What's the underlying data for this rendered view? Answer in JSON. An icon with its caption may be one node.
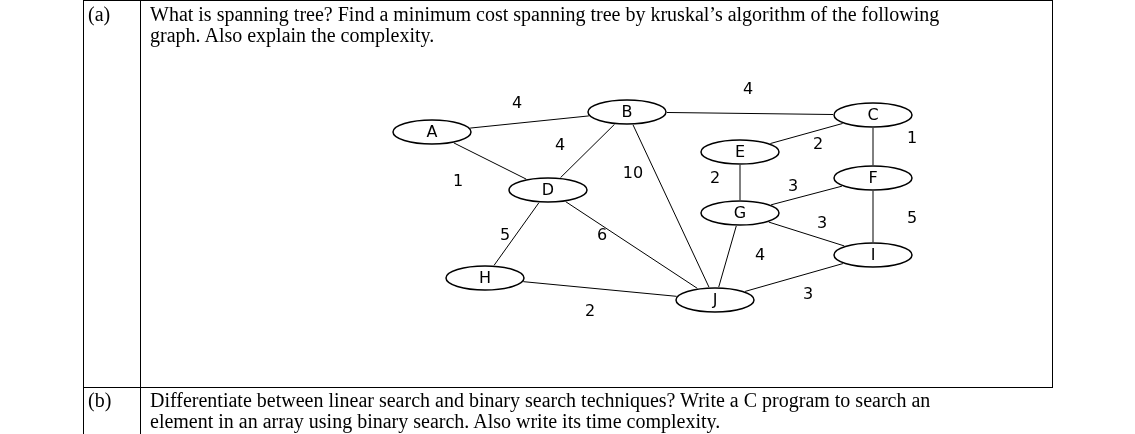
{
  "diagram": {
    "nodes": [
      {
        "text": [
          "A"
        ]
      },
      {
        "text": [
          "B"
        ]
      },
      {
        "text": [
          "C"
        ]
      },
      {
        "text": [
          "E"
        ]
      },
      {
        "text": [
          "D"
        ]
      },
      {
        "text": [
          "F"
        ]
      },
      {
        "text": [
          "G"
        ]
      },
      {
        "text": [
          "H"
        ]
      },
      {
        "text": [
          "I"
        ]
      },
      {
        "text": [
          "J"
        ]
      }
    ],
    "edges": [
      {
        "from": 0,
        "to": 1,
        "arrow": "none",
        "label": "4"
      },
      {
        "from": 1,
        "to": 2,
        "arrow": "none",
        "label": "4"
      },
      {
        "from": 1,
        "to": 4,
        "arrow": "none",
        "label": "4"
      },
      {
        "from": 0,
        "to": 4,
        "arrow": "none",
        "label": "1"
      },
      {
        "from": 1,
        "to": 9,
        "arrow": "none",
        "label": "10"
      },
      {
        "from": 3,
        "to": 2,
        "arrow": "none",
        "label": "2"
      },
      {
        "from": 2,
        "to": 5,
        "arrow": "none",
        "label": "1"
      },
      {
        "from": 3,
        "to": 6,
        "arrow": "none",
        "label": "2"
      },
      {
        "from": 6,
        "to": 5,
        "arrow": "none",
        "label": "3"
      },
      {
        "from": 6,
        "to": 8,
        "arrow": "none",
        "label": "3"
      },
      {
        "from": 5,
        "to": 8,
        "arrow": "none",
        "label": "5"
      },
      {
        "from": 4,
        "to": 7,
        "arrow": "none",
        "label": "5"
      },
      {
        "from": 4,
        "to": 9,
        "arrow": "none",
        "label": "6"
      },
      {
        "from": 6,
        "to": 9,
        "arrow": "none",
        "label": "4"
      },
      {
        "from": 8,
        "to": 9,
        "arrow": "none",
        "label": "3"
      },
      {
        "from": 7,
        "to": 9,
        "arrow": "none",
        "label": "2"
      }
    ],
    "labels": [
      "(a)",
      "What is spanning tree? Find a minimum cost spanning tree by kruskal’s algorithm of the following graph. Also explain the complexity.",
      "(b)",
      "Differentiate between linear search and binary search techniques? Write a C program to search an element in an array using binary search. Also write its time complexity."
    ]
  }
}
